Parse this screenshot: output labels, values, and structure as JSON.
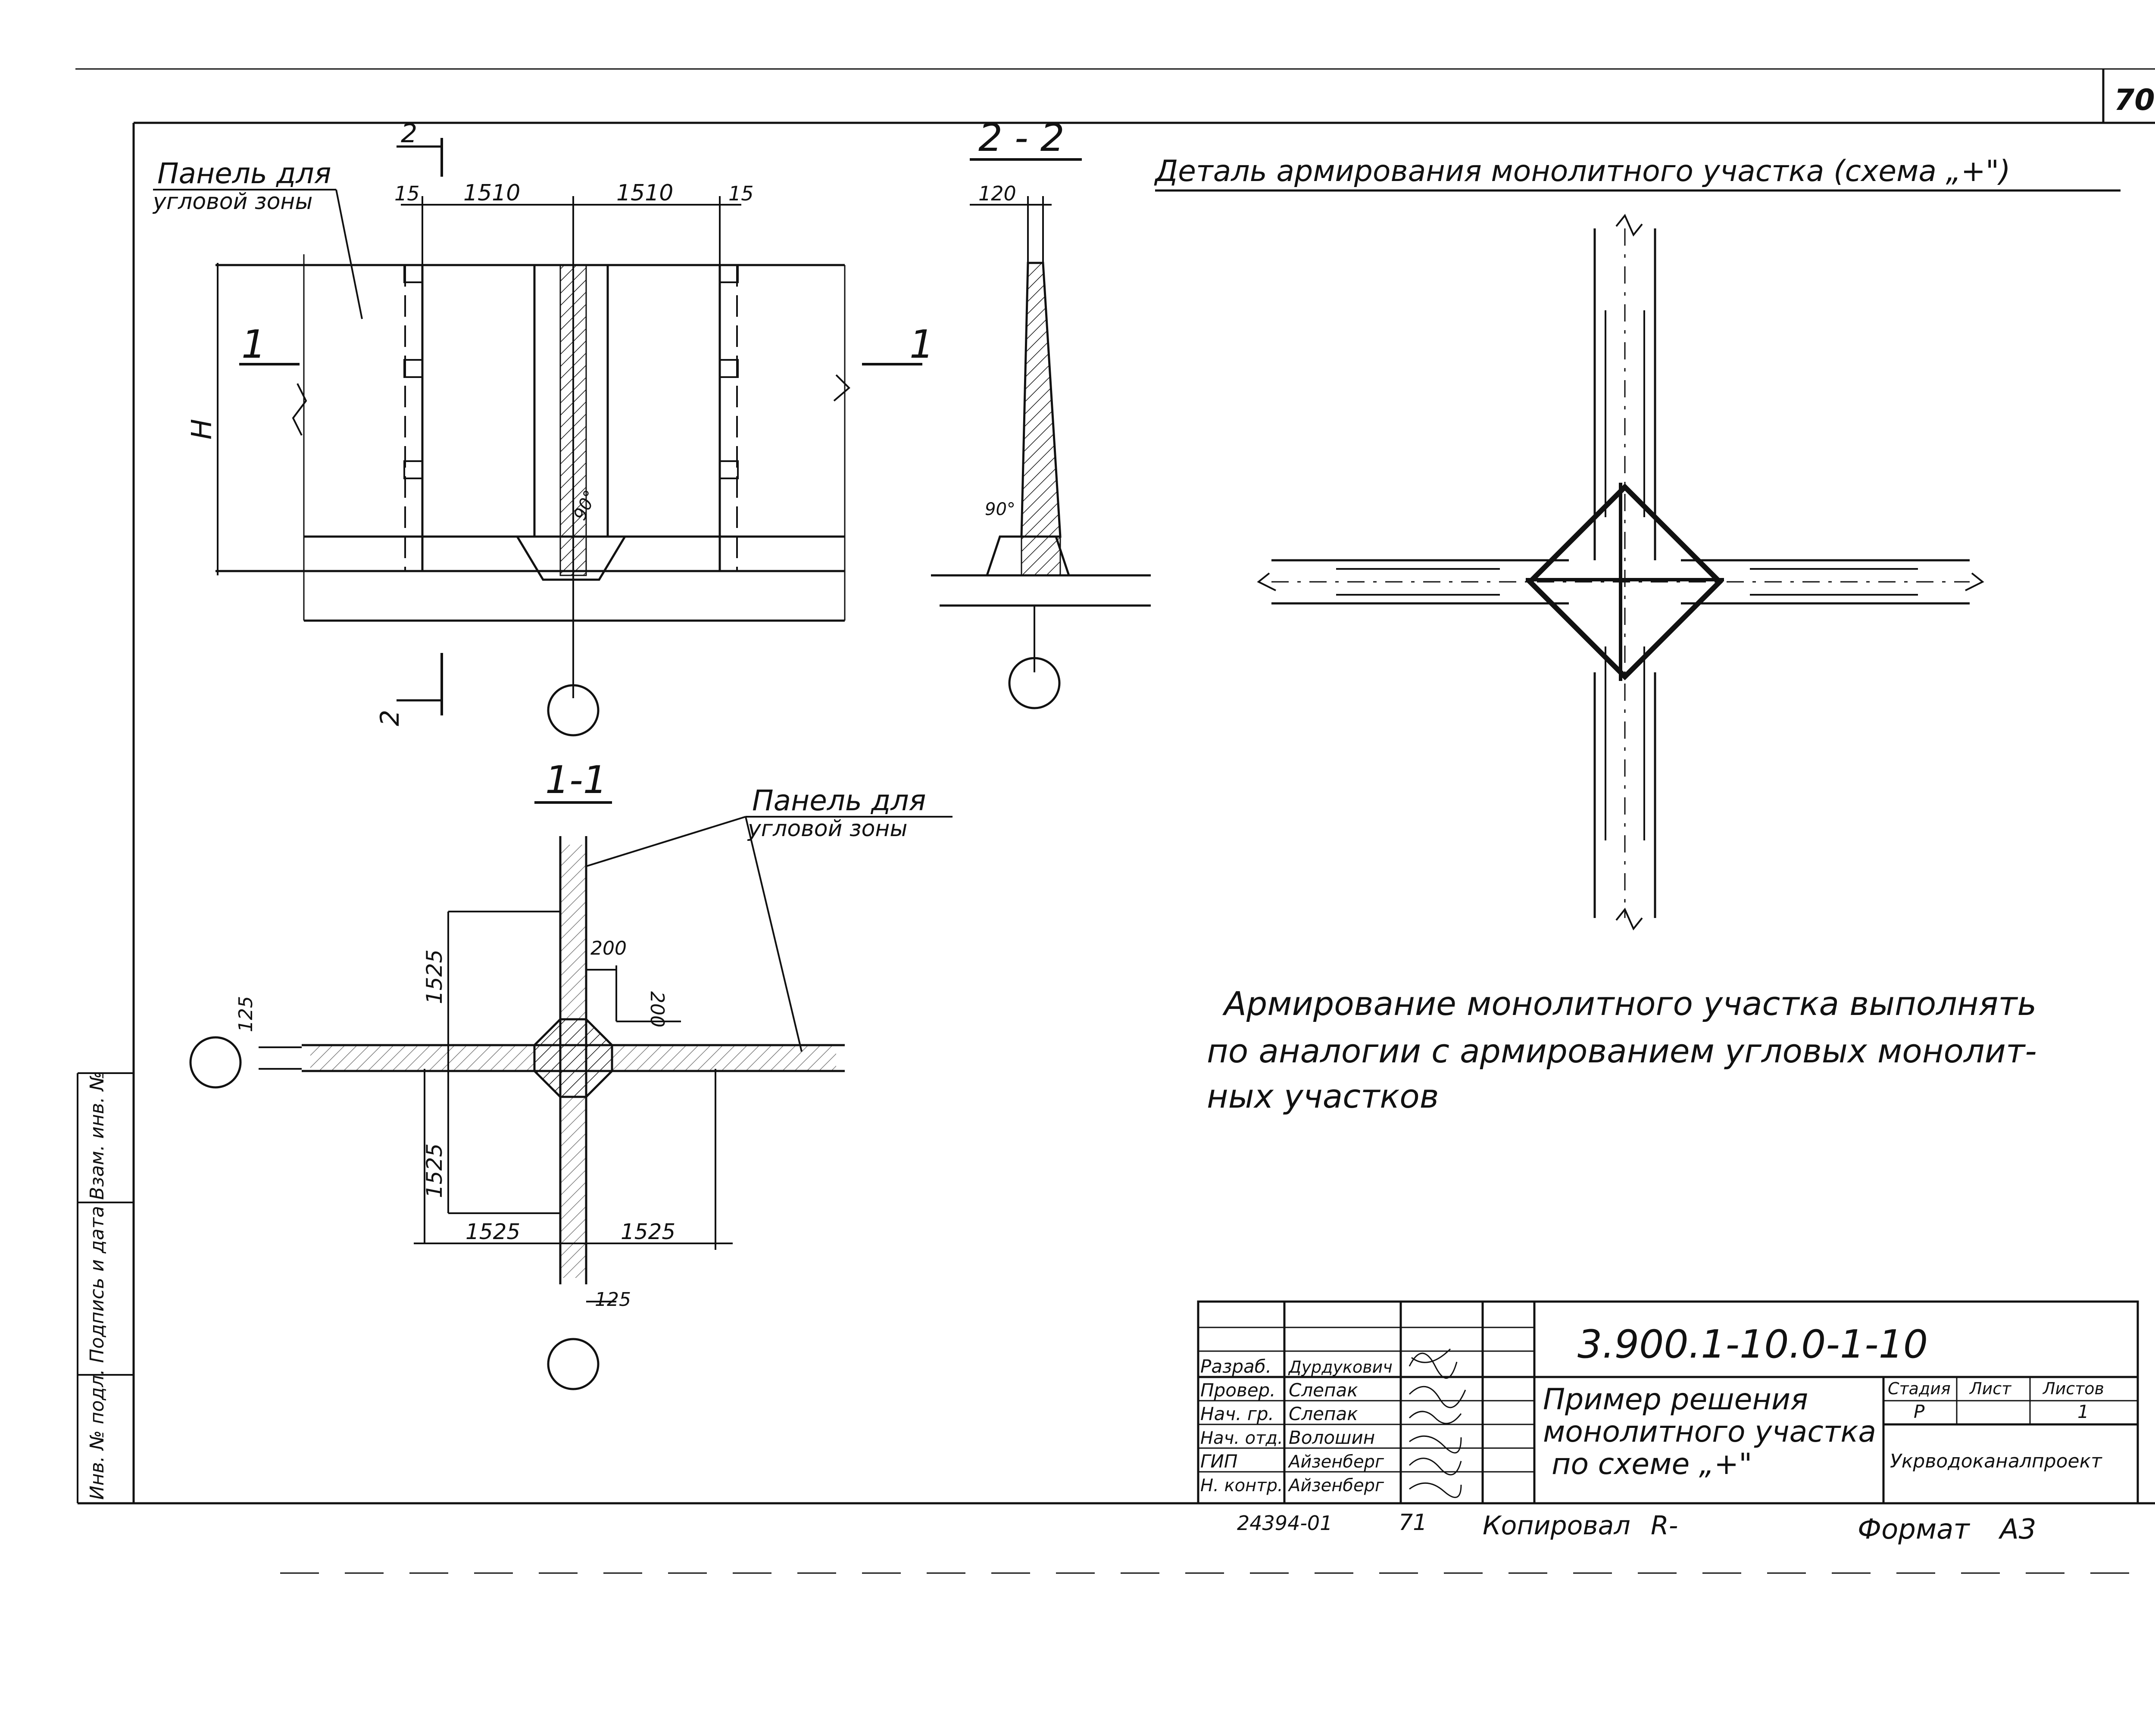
{
  "sheet_number": "70",
  "views": {
    "elevation": {
      "panel_label_1": "Панель для",
      "panel_label_2": "угловой зоны",
      "dim_15_left": "15",
      "dim_1510_left": "1510",
      "dim_1510_right": "1510",
      "dim_15_right": "15",
      "section_mark_1": "1",
      "height_label": "H",
      "angle": "90°",
      "section_mark_2": "2"
    },
    "section_2_2": {
      "title": "2 - 2",
      "dim_120": "120",
      "angle": "90°"
    },
    "section_1_1": {
      "title": "1-1",
      "panel_label_1": "Панель для",
      "panel_label_2": "угловой зоны",
      "dim_1525_top": "1525",
      "dim_1525_bottom": "1525",
      "dim_1525_left": "1525",
      "dim_1525_right": "1525",
      "dim_200_h": "200",
      "dim_200_v": "200",
      "dim_125_left": "125",
      "dim_125_bottom": "125"
    },
    "detail": {
      "title": "Деталь армирования монолитного участка (схема „+\")"
    }
  },
  "note": {
    "line1": "Армирование монолитного участка выполнять",
    "line2": "по аналогии с армированием угловых монолит-",
    "line3": "ных участков"
  },
  "stamp": {
    "document_code": "3.900.1-10.0-1-10",
    "title_1": "Пример решения",
    "title_2": "монолитного участка",
    "title_3": "по схеме „+\"",
    "stage_header": "Стадия",
    "sheet_header": "Лист",
    "sheets_header": "Листов",
    "stage_value": "Р",
    "sheets_value": "1",
    "organization": "Укрводоканалпроект",
    "roles": [
      {
        "role": "Разраб.",
        "name": "Дурдукович"
      },
      {
        "role": "Провер.",
        "name": "Слепак"
      },
      {
        "role": "Нач. гр.",
        "name": "Слепак"
      },
      {
        "role": "Нач. отд.",
        "name": "Волошин"
      },
      {
        "role": "ГИП",
        "name": "Айзенберг"
      },
      {
        "role": "Н. контр.",
        "name": "Айзенберг"
      }
    ]
  },
  "side_stamp": "Инв. № подл.  Подпись и дата  Взам. инв. №",
  "footer": {
    "inventory": "24394-01",
    "number": "71",
    "copied_label": "Копировал",
    "copied_sign": "R-",
    "format_label": "Формат",
    "format_value": "А3"
  }
}
